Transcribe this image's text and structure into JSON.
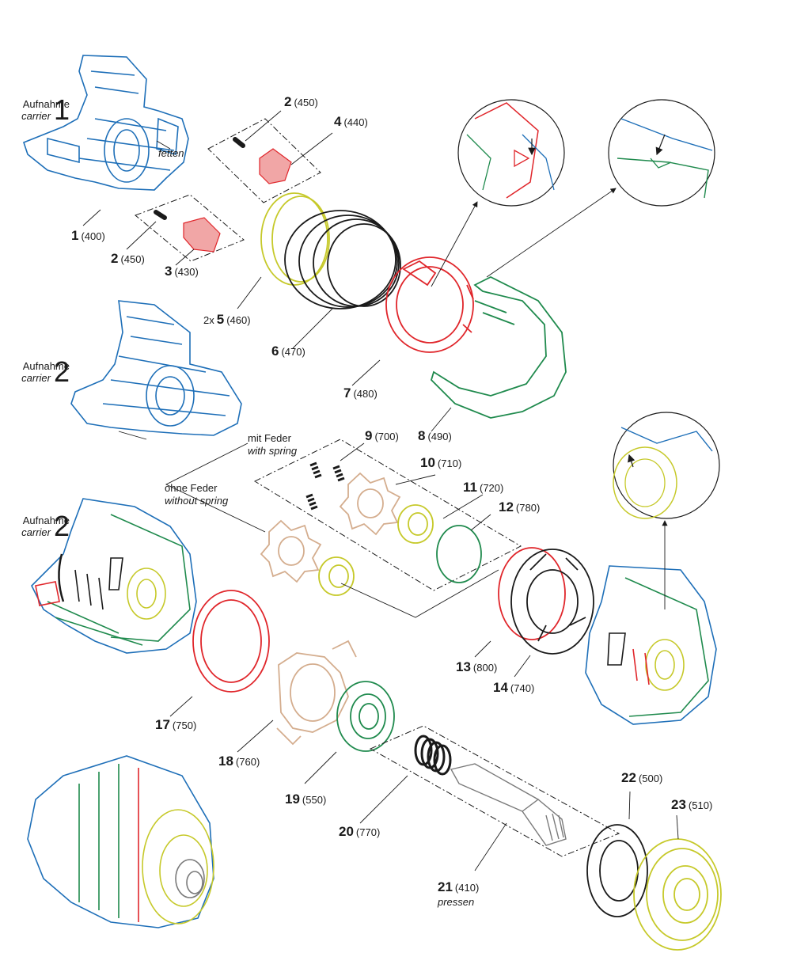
{
  "colors": {
    "blue": "#1e6fb8",
    "red": "#e0262b",
    "yellow": "#c6c92a",
    "green": "#1f8a4d",
    "tan": "#d4ad8e",
    "black": "#1a1a1a",
    "gray": "#7a7a7a"
  },
  "carriers": [
    {
      "de": "Aufnahme",
      "en": "carrier",
      "num": "1"
    },
    {
      "de": "Aufnahme",
      "en": "carrier",
      "num": "2"
    },
    {
      "de": "Aufnahme",
      "en": "carrier",
      "num": "2"
    }
  ],
  "notes": {
    "fetten": "fetten",
    "mit_feder_de": "mit Feder",
    "mit_feder_en": "with spring",
    "ohne_feder_de": "ohne Feder",
    "ohne_feder_en": "without spring"
  },
  "parts": [
    {
      "num": "1",
      "code": "(400)"
    },
    {
      "num": "2",
      "code": "(450)"
    },
    {
      "num": "3",
      "code": "(430)"
    },
    {
      "num": "2",
      "code": "(450)"
    },
    {
      "num": "4",
      "code": "(440)"
    },
    {
      "num": "5",
      "code": "(460)",
      "prefix": "2x"
    },
    {
      "num": "6",
      "code": "(470)"
    },
    {
      "num": "7",
      "code": "(480)"
    },
    {
      "num": "8",
      "code": "(490)"
    },
    {
      "num": "9",
      "code": "(700)"
    },
    {
      "num": "10",
      "code": "(710)"
    },
    {
      "num": "11",
      "code": "(720)"
    },
    {
      "num": "12",
      "code": "(780)"
    },
    {
      "num": "13",
      "code": "(800)"
    },
    {
      "num": "14",
      "code": "(740)"
    },
    {
      "num": "17",
      "code": "(750)"
    },
    {
      "num": "18",
      "code": "(760)"
    },
    {
      "num": "19",
      "code": "(550)"
    },
    {
      "num": "20",
      "code": "(770)"
    },
    {
      "num": "21",
      "code": "(410)",
      "note": "pressen"
    },
    {
      "num": "22",
      "code": "(500)"
    },
    {
      "num": "23",
      "code": "(510)"
    }
  ]
}
